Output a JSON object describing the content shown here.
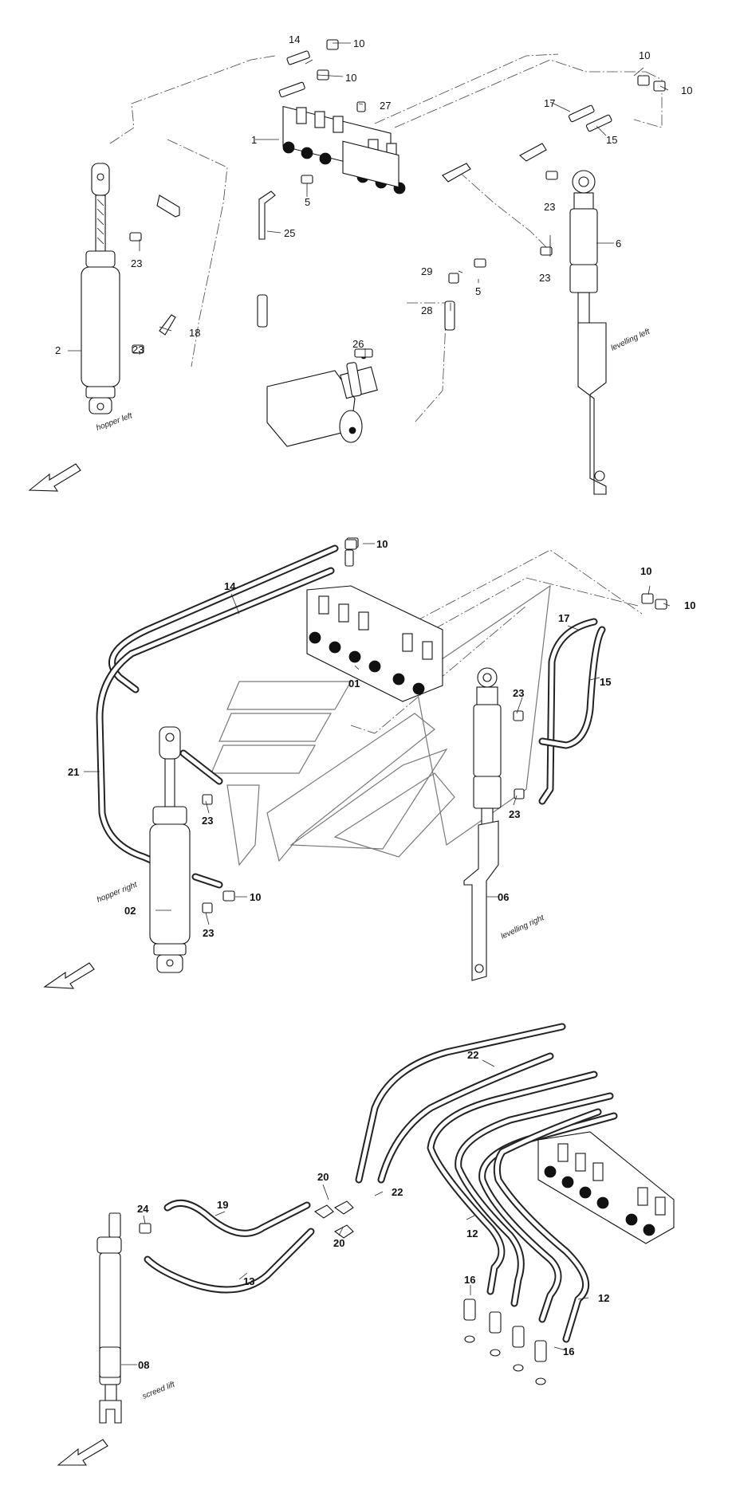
{
  "sections": [
    {
      "id": "top",
      "captions": {
        "hopper": "hopper left",
        "levelling": "levelling left"
      },
      "callouts": [
        "14",
        "10",
        "10",
        "27",
        "1",
        "10",
        "10",
        "17",
        "15",
        "5",
        "23",
        "25",
        "6",
        "23",
        "23",
        "29",
        "5",
        "2",
        "18",
        "28",
        "26",
        "23"
      ]
    },
    {
      "id": "middle",
      "captions": {
        "hopper": "hopper right",
        "levelling": "levelling right"
      },
      "callouts": [
        "10",
        "14",
        "10",
        "10",
        "17",
        "15",
        "01",
        "23",
        "21",
        "23",
        "23",
        "02",
        "10",
        "23",
        "06"
      ]
    },
    {
      "id": "bottom",
      "captions": {
        "screed": "screed lift"
      },
      "callouts": [
        "22",
        "20",
        "22",
        "24",
        "19",
        "20",
        "12",
        "13",
        "16",
        "12",
        "08",
        "16"
      ]
    }
  ],
  "colors": {
    "ink": "#111111",
    "paper": "#ffffff",
    "watermark": "#777777"
  }
}
